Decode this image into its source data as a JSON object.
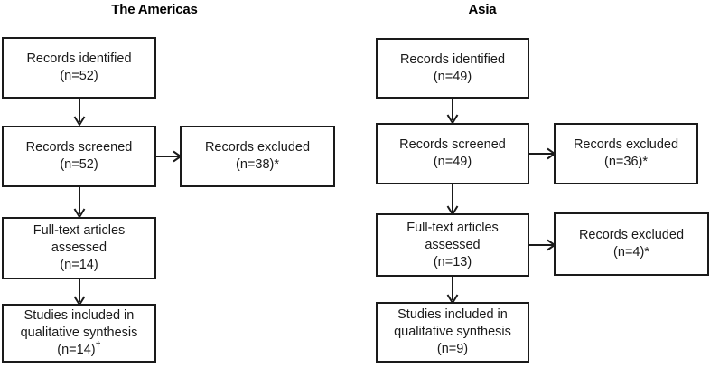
{
  "figure": {
    "type": "prisma-flow-diagram",
    "background": "#ffffff",
    "stroke_color": "#1a1a1a",
    "columns": [
      {
        "id": "americas",
        "title": "The Americas",
        "boxes": [
          {
            "id": "records-identified",
            "lines": [
              "Records identified",
              "(n=52)"
            ],
            "count": 52
          },
          {
            "id": "records-screened",
            "lines": [
              "Records screened",
              "(n=52)"
            ],
            "count": 52
          },
          {
            "id": "records-excluded-screening",
            "lines": [
              "Records excluded",
              "(n=38)*"
            ],
            "count": 38,
            "note": "*"
          },
          {
            "id": "full-text-assessed",
            "lines": [
              "Full-text articles",
              "assessed",
              "(n=14)"
            ],
            "count": 14
          },
          {
            "id": "studies-included",
            "lines": [
              "Studies included in",
              "qualitative synthesis",
              "(n=14)"
            ],
            "count": 14,
            "note": "†"
          }
        ]
      },
      {
        "id": "asia",
        "title": "Asia",
        "boxes": [
          {
            "id": "records-identified",
            "lines": [
              "Records identified",
              "(n=49)"
            ],
            "count": 49
          },
          {
            "id": "records-screened",
            "lines": [
              "Records screened",
              "(n=49)"
            ],
            "count": 49
          },
          {
            "id": "records-excluded-screening",
            "lines": [
              "Records excluded",
              "(n=36)*"
            ],
            "count": 36,
            "note": "*"
          },
          {
            "id": "full-text-assessed",
            "lines": [
              "Full-text articles",
              "assessed",
              "(n=13)"
            ],
            "count": 13
          },
          {
            "id": "records-excluded-fulltext",
            "lines": [
              "Records excluded",
              "(n=4)*"
            ],
            "count": 4,
            "note": "*"
          },
          {
            "id": "studies-included",
            "lines": [
              "Studies included in",
              "qualitative synthesis",
              "(n=9)"
            ],
            "count": 9
          }
        ]
      }
    ]
  }
}
